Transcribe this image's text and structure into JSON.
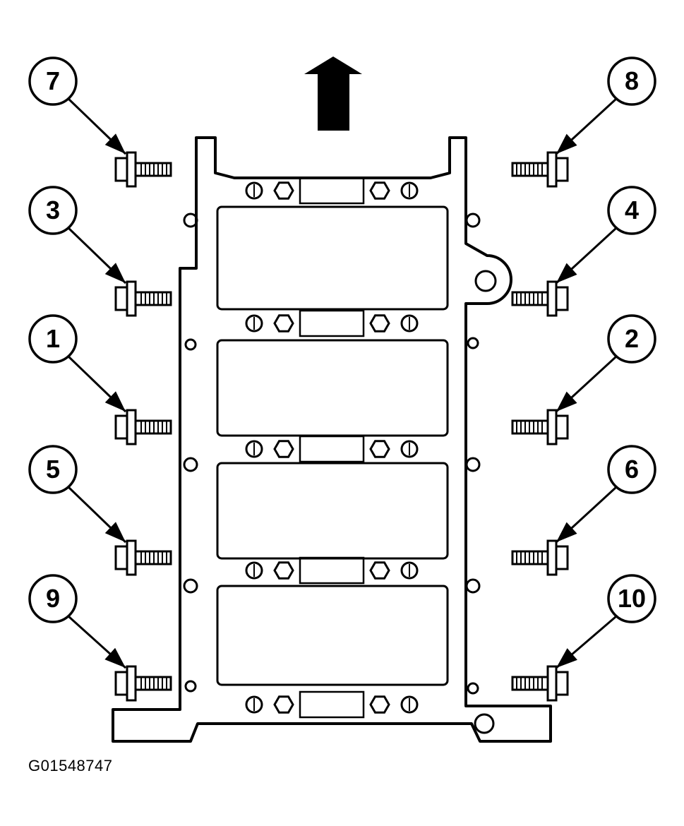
{
  "figure_id": "G01548747",
  "callouts": [
    {
      "label": "7",
      "side": "left",
      "row": 0
    },
    {
      "label": "3",
      "side": "left",
      "row": 1
    },
    {
      "label": "1",
      "side": "left",
      "row": 2
    },
    {
      "label": "5",
      "side": "left",
      "row": 3
    },
    {
      "label": "9",
      "side": "left",
      "row": 4
    },
    {
      "label": "8",
      "side": "right",
      "row": 0
    },
    {
      "label": "4",
      "side": "right",
      "row": 1
    },
    {
      "label": "2",
      "side": "right",
      "row": 2
    },
    {
      "label": "6",
      "side": "right",
      "row": 3
    },
    {
      "label": "10",
      "side": "right",
      "row": 4
    }
  ],
  "colors": {
    "line": "#000000",
    "fill": "#ffffff",
    "arrow": "#000000"
  }
}
